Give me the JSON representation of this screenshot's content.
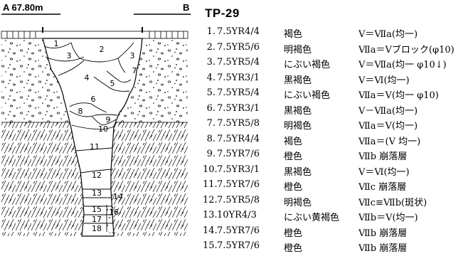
{
  "header": {
    "left_label": "A 67.80m",
    "right_label": "B",
    "title": "TP-29"
  },
  "figure": {
    "layer_numbers": [
      "1",
      "2",
      "3",
      "3",
      "4",
      "5",
      "6",
      "7",
      "8",
      "9",
      "10",
      "11",
      "12",
      "13",
      "14",
      "15",
      "16",
      "17",
      "18"
    ]
  },
  "layers": [
    {
      "num": "1.",
      "code": "7.5YR4/4",
      "color": "褐色",
      "note": "V＝Ⅶa(均一)"
    },
    {
      "num": "2.",
      "code": "7.5YR5/6",
      "color": "明褐色",
      "note": "Ⅶa＝Vブロック(φ10)"
    },
    {
      "num": "3.",
      "code": "7.5YR5/4",
      "color": "にぶい褐色",
      "note": "V＝Ⅶa(均一 φ10↓)"
    },
    {
      "num": "4.",
      "code": "7.5YR3/1",
      "color": "黒褐色",
      "note": "V＝Ⅵ(均一)"
    },
    {
      "num": "5.",
      "code": "7.5YR5/4",
      "color": "にぶい褐色",
      "note": "Ⅶa＝V(均一 φ10)"
    },
    {
      "num": "6.",
      "code": "7.5YR3/1",
      "color": "黒褐色",
      "note": "V－Ⅶa(均一)"
    },
    {
      "num": "7.",
      "code": "7.5YR5/8",
      "color": "明褐色",
      "note": "Ⅶa＝V(均一)"
    },
    {
      "num": "8.",
      "code": "7.5YR4/4",
      "color": "褐色",
      "note": "Ⅶa＝(V 均一)"
    },
    {
      "num": "9.",
      "code": "7.5YR7/6",
      "color": "橙色",
      "note": "Ⅶb 崩落層"
    },
    {
      "num": "10.",
      "code": "7.5YR3/1",
      "color": "黒褐色",
      "note": "V＝Ⅵ(均一)"
    },
    {
      "num": "11.",
      "code": "7.5YR7/6",
      "color": "橙色",
      "note": "Ⅶc 崩落層"
    },
    {
      "num": "12.",
      "code": "7.5YR5/8",
      "color": "明褐色",
      "note": "Ⅶc≡Ⅶb(斑状)"
    },
    {
      "num": "13.",
      "code": "10YR4/3",
      "color": "にぶい黄褐色",
      "note": "Ⅶb＝V(均一)"
    },
    {
      "num": "14.",
      "code": "7.5YR7/6",
      "color": "橙色",
      "note": "Ⅶb 崩落層"
    },
    {
      "num": "15.",
      "code": "7.5YR7/6",
      "color": "橙色",
      "note": "Ⅶb 崩落層"
    }
  ]
}
